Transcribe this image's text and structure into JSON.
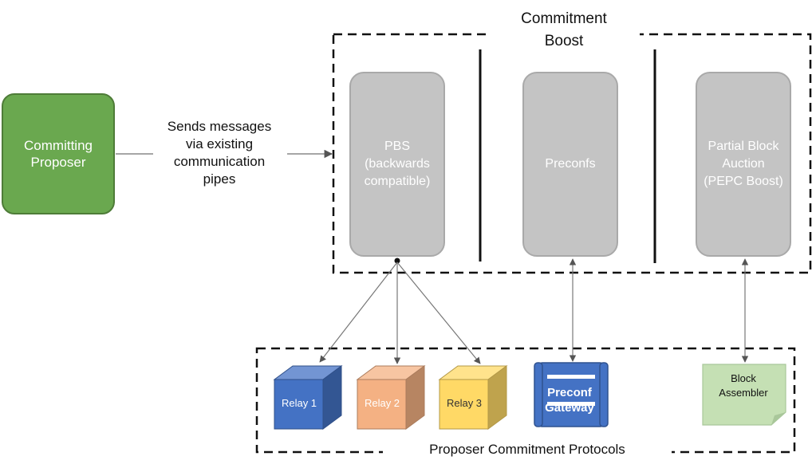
{
  "diagram": {
    "title": "Commitment\nBoost",
    "proposer": {
      "label": "Committing\nProposer"
    },
    "connector_text": "Sends messages\nvia existing\ncommunication\npipes",
    "modules": [
      {
        "label": "PBS\n(backwards\ncompatible)"
      },
      {
        "label": "Preconfs"
      },
      {
        "label": "Partial Block\nAuction\n(PEPC Boost)"
      }
    ],
    "relays": [
      {
        "label": "Relay 1",
        "color": "#4472c4"
      },
      {
        "label": "Relay 2",
        "color": "#f4b183"
      },
      {
        "label": "Relay 3",
        "color": "#ffd966"
      }
    ],
    "gateway": {
      "label": "Preconf\nGateway",
      "color": "#4472c4"
    },
    "assembler": {
      "label": "Block\nAssembler",
      "color": "#c5e0b4"
    },
    "footer": "Proposer Commitment Protocols"
  }
}
